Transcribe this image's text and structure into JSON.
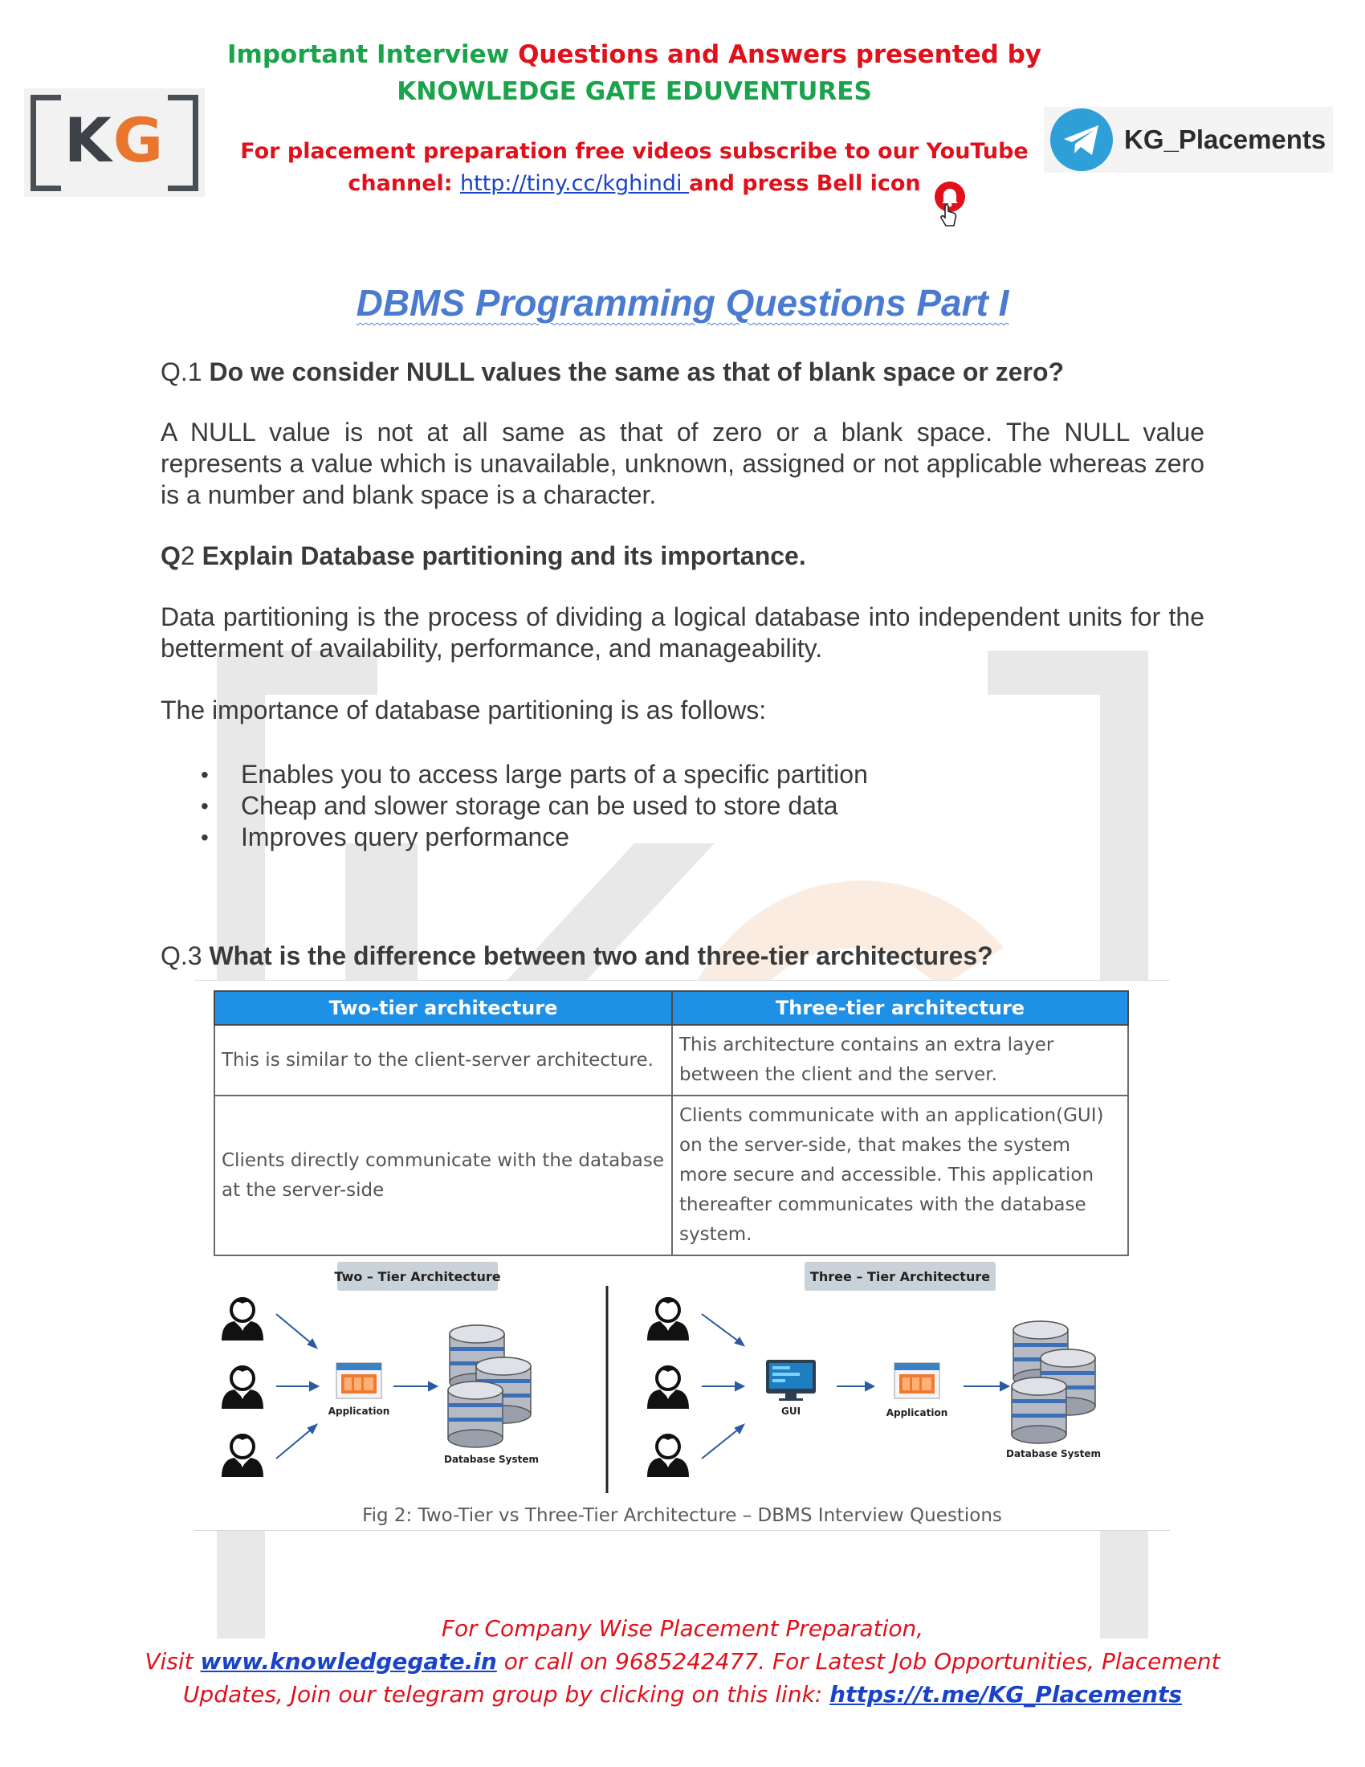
{
  "header": {
    "line1_green": "Important Interview ",
    "line1_red": "Questions and Answers presented by",
    "line2": "KNOWLEDGE GATE EDUVENTURES",
    "line3": "For placement preparation free videos subscribe to our YouTube",
    "line4_prefix": "channel: ",
    "line4_link": "http://tiny.cc/kghindi ",
    "line4_suffix": "and press Bell icon"
  },
  "logo": {
    "k": "K",
    "g": "G"
  },
  "telegram": {
    "label": "KG_Placements"
  },
  "title": "DBMS Programming Questions Part I",
  "q1": {
    "number": "Q.1 ",
    "question": "Do we consider NULL values the same as that of blank space or zero?",
    "answer": "A NULL value is not at all same as that of zero or a blank space. The NULL value represents a value which is unavailable, unknown, assigned or not applicable whereas zero is a number and blank space is a character."
  },
  "q2": {
    "number_bold": "Q",
    "number_rest": "2 ",
    "question": "Explain Database partitioning and its importance.",
    "answer": "Data partitioning is the process of dividing a logical database into independent units for the betterment of availability, performance, and manageability.",
    "intro": "The importance of database partitioning is as follows:",
    "bullets": [
      "Enables you to access large parts of a specific partition",
      "Cheap and slower storage can be used to store data",
      "Improves query performance"
    ]
  },
  "q3": {
    "number": "Q.3 ",
    "question": "What is the difference between two and three-tier architectures?"
  },
  "table": {
    "headers": [
      "Two-tier architecture",
      "Three-tier architecture"
    ],
    "rows": [
      [
        "This is similar to the client-server architecture.",
        "This architecture contains an extra layer between the client and the server."
      ],
      [
        "Clients directly communicate with the database at the server-side",
        "Clients communicate with an application(GUI) on the server-side, that makes the system more secure and accessible. This application thereafter communicates with the database system."
      ]
    ]
  },
  "diagram": {
    "two_tier_label": "Two – Tier Architecture",
    "three_tier_label": "Three – Tier Architecture",
    "application_label": "Application",
    "database_label": "Database System",
    "gui_label": "GUI",
    "caption": "Fig 2: Two-Tier vs Three-Tier Architecture – DBMS Interview Questions"
  },
  "footer": {
    "line1": "For Company Wise Placement Preparation,",
    "visit": "Visit ",
    "site_link": "www.knowledgegate.in",
    "line2_rest": " or call on 9685242477. For Latest Job Opportunities, Placement",
    "line3_prefix": "Updates, Join our telegram group by clicking on this link: ",
    "telegram_link": "https://t.me/KG_Placements"
  },
  "colors": {
    "green": "#1aa34a",
    "red": "#e0111b",
    "title_blue": "#4a7bd0",
    "table_header": "#1e90e6",
    "link_blue": "#1a44c8",
    "logo_orange": "#e8762c"
  }
}
